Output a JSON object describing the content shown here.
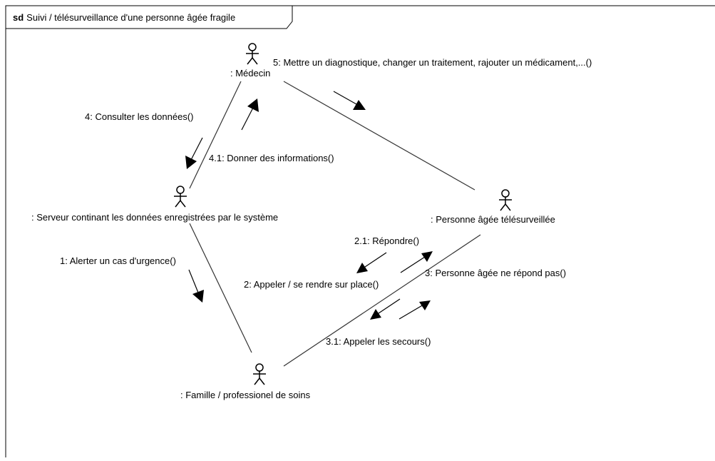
{
  "frame": {
    "keyword": "sd",
    "title": "Suivi / télésurveillance d'une personne âgée fragile"
  },
  "actors": {
    "medecin": ": Médecin",
    "serveur": ": Serveur continant les données enregistrées par le système",
    "personne": ": Personne âgée télésurveillée",
    "famille": ": Famille / professionel de soins"
  },
  "messages": {
    "m1": "1: Alerter un cas d'urgence()",
    "m2": "2: Appeler / se rendre sur place()",
    "m21": "2.1: Répondre()",
    "m3": "3: Personne âgée ne répond pas()",
    "m31": "3.1: Appeler les secours()",
    "m4": "4: Consulter les données()",
    "m41": "4.1: Donner des informations()",
    "m5": "5: Mettre un diagnostique, changer un traitement, rajouter un médicament,...()"
  },
  "colors": {
    "line": "#333333",
    "frame": "#000000"
  }
}
